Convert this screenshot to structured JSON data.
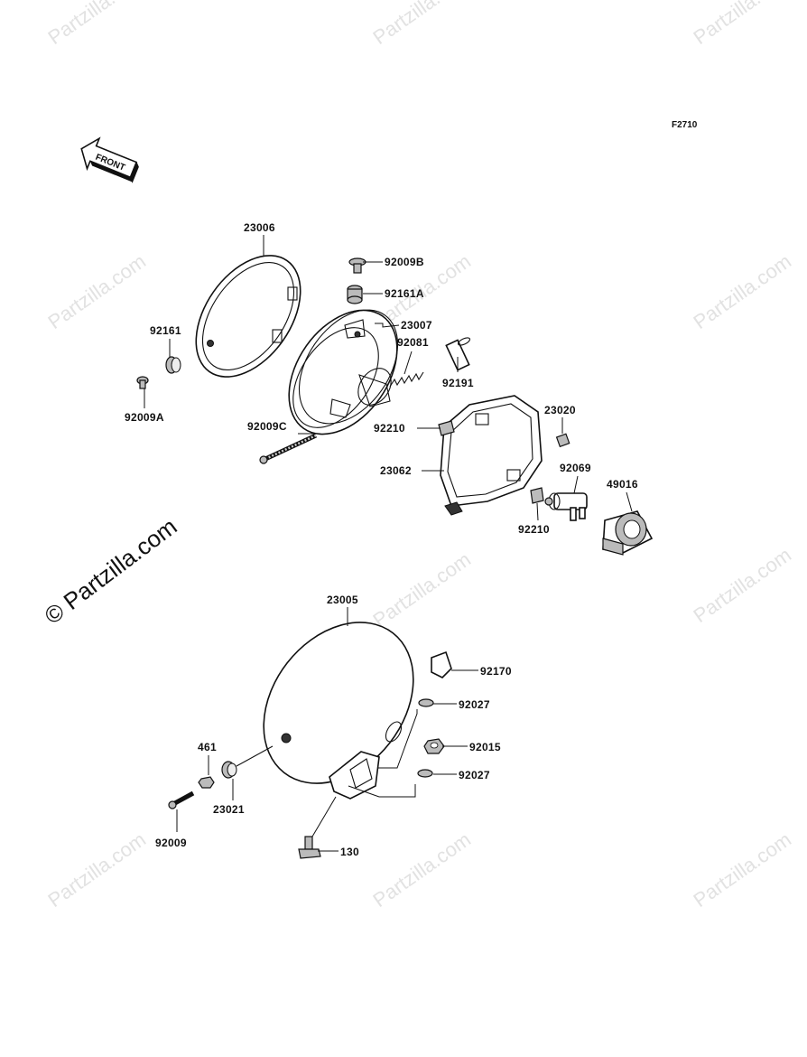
{
  "diagram": {
    "figure_code": "F2710",
    "front_arrow_label": "FRONT",
    "watermark_text": "Partzilla.com",
    "copyright_watermark": "© Partzilla.com",
    "callouts": {
      "p23006": "23006",
      "p92009B": "92009B",
      "p92161A": "92161A",
      "p23007": "23007",
      "p92081": "92081",
      "p92191": "92191",
      "p92161": "92161",
      "p92009A": "92009A",
      "p92009C": "92009C",
      "p92210a": "92210",
      "p23020": "23020",
      "p23062": "23062",
      "p92069": "92069",
      "p49016": "49016",
      "p92210b": "92210",
      "p23005": "23005",
      "p92170": "92170",
      "p92027a": "92027",
      "p92015": "92015",
      "p92027b": "92027",
      "p461": "461",
      "p23021": "23021",
      "p92009": "92009",
      "p130": "130"
    }
  }
}
